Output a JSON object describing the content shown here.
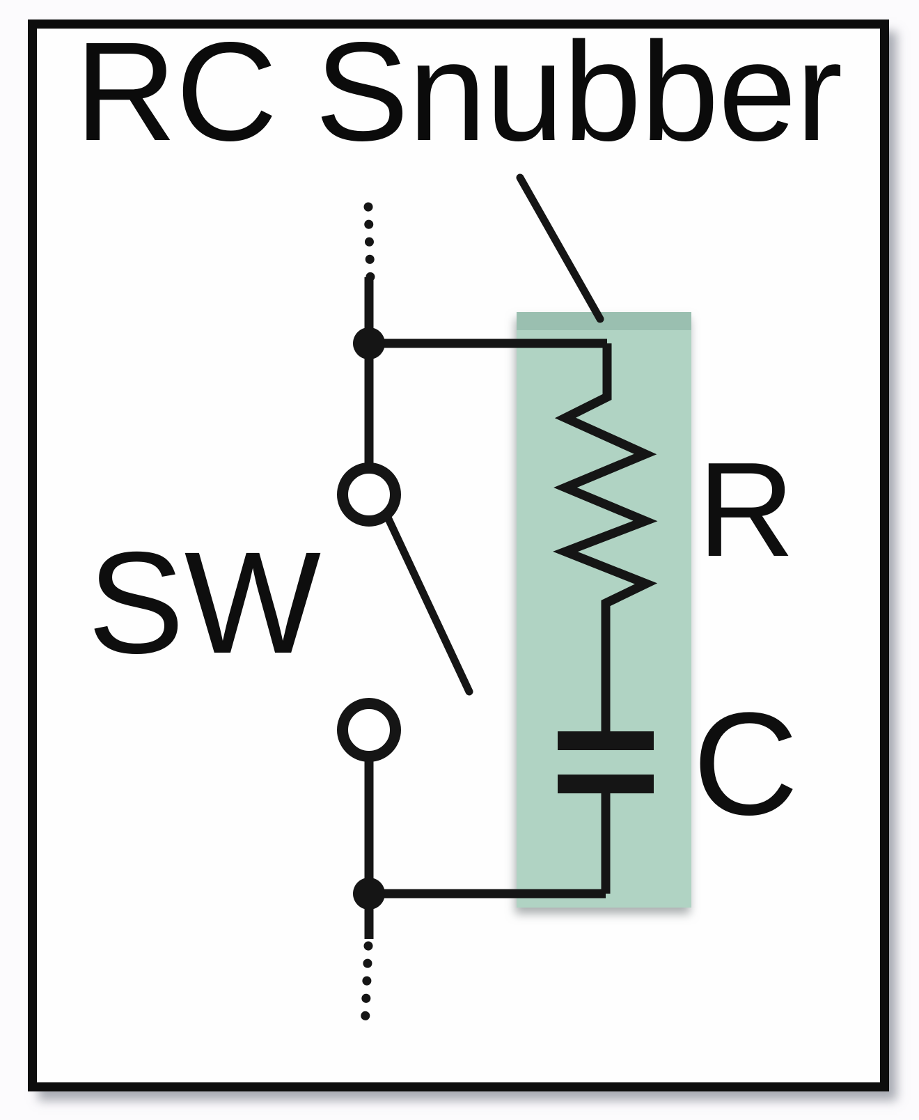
{
  "diagram": {
    "title": "RC Snubber",
    "type": "circuit-schematic",
    "labels": {
      "switch": "SW",
      "resistor": "R",
      "capacitor": "C"
    },
    "colors": {
      "snubber_highlight": "#b0d3c3",
      "snubber_highlight_top_band": "rgba(45, 90, 80, 0.16)",
      "wire": "#151515",
      "frame_border": "#0d0d0d",
      "canvas": "#fefefe"
    }
  }
}
